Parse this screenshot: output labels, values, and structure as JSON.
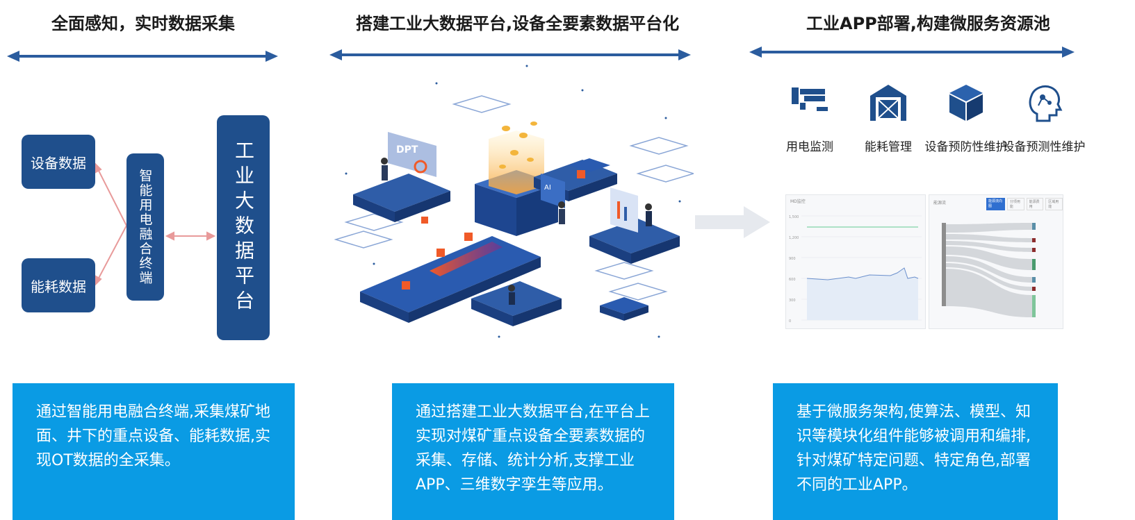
{
  "colors": {
    "navy": "#1f4f8c",
    "desc_bg": "#0a9be4",
    "accent": "#f05a28",
    "iso_blue": "#2f5da8"
  },
  "sections": [
    {
      "title": "全面感知，实时数据采集"
    },
    {
      "title": "搭建工业大数据平台,设备全要素数据平台化"
    },
    {
      "title": "工业APP部署,构建微服务资源池"
    }
  ],
  "col1": {
    "device_data": "设备数据",
    "energy_data": "能耗数据",
    "terminal": "智能用电融合终端",
    "platform": "工业大数据平台"
  },
  "col2": {
    "screen_label": "DPT",
    "ai_label": "AI"
  },
  "apps": [
    {
      "label": "用电监测",
      "icon": "power-monitor-icon"
    },
    {
      "label": "能耗管理",
      "icon": "warehouse-icon"
    },
    {
      "label": "设备预防性维护",
      "icon": "cube-icon"
    },
    {
      "label": "设备预测性维护",
      "icon": "ai-head-icon"
    }
  ],
  "descriptions": [
    "通过智能用电融合终端,采集煤矿地面、井下的重点设备、能耗数据,实现OT数据的全采集。",
    "通过搭建工业大数据平台,在平台上实现对煤矿重点设备全要素数据的采集、存储、统计分析,支撑工业APP、三维数字孪生等应用。",
    "基于微服务架构,使算法、模型、知识等模块化组件能够被调用和编排,针对煤矿特定问题、特定角色,部署不同的工业APP。"
  ],
  "screenshot_left": {
    "title": "MD监控",
    "y_ticks": [
      "1,500",
      "1,200",
      "900",
      "600",
      "300",
      "0"
    ]
  },
  "screenshot_right": {
    "title": "能源流",
    "tabs": [
      "能源流向图",
      "分项用能",
      "能源费用",
      "区域用能"
    ]
  }
}
